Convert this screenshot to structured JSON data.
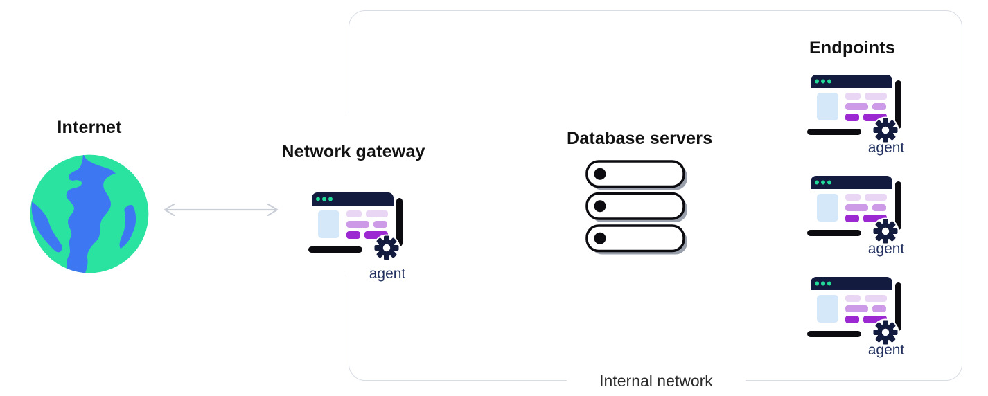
{
  "internet": {
    "label": "Internet"
  },
  "gateway": {
    "label": "Network gateway",
    "agent_label": "agent"
  },
  "internal_network": {
    "label": "Internal network"
  },
  "database_servers": {
    "label": "Database servers",
    "count": 3
  },
  "endpoints": {
    "label": "Endpoints",
    "items": [
      {
        "agent_label": "agent"
      },
      {
        "agent_label": "agent"
      },
      {
        "agent_label": "agent"
      }
    ]
  },
  "icons": {
    "internet": "globe-icon",
    "link": "bidirectional-arrow-icon",
    "agent": "browser-window-gear-icon",
    "database": "server-stack-icon"
  },
  "colors": {
    "globe_green": "#2BE3A1",
    "globe_blue": "#3D78F2",
    "navy": "#131B3E",
    "dot_green": "#22DB98",
    "light_blue": "#D4E8FA",
    "lavender": "#E9D6F4",
    "purple_mid": "#CD9AE7",
    "purple_dark": "#9B28D1",
    "ink": "#0B0B10",
    "shadow_gray": "#99A0AC",
    "border_gray": "#D8DCE4",
    "arrow_gray": "#C9CED7",
    "agent_text": "#233160",
    "heading_text": "#111111",
    "label_text": "#2B2B2B"
  }
}
